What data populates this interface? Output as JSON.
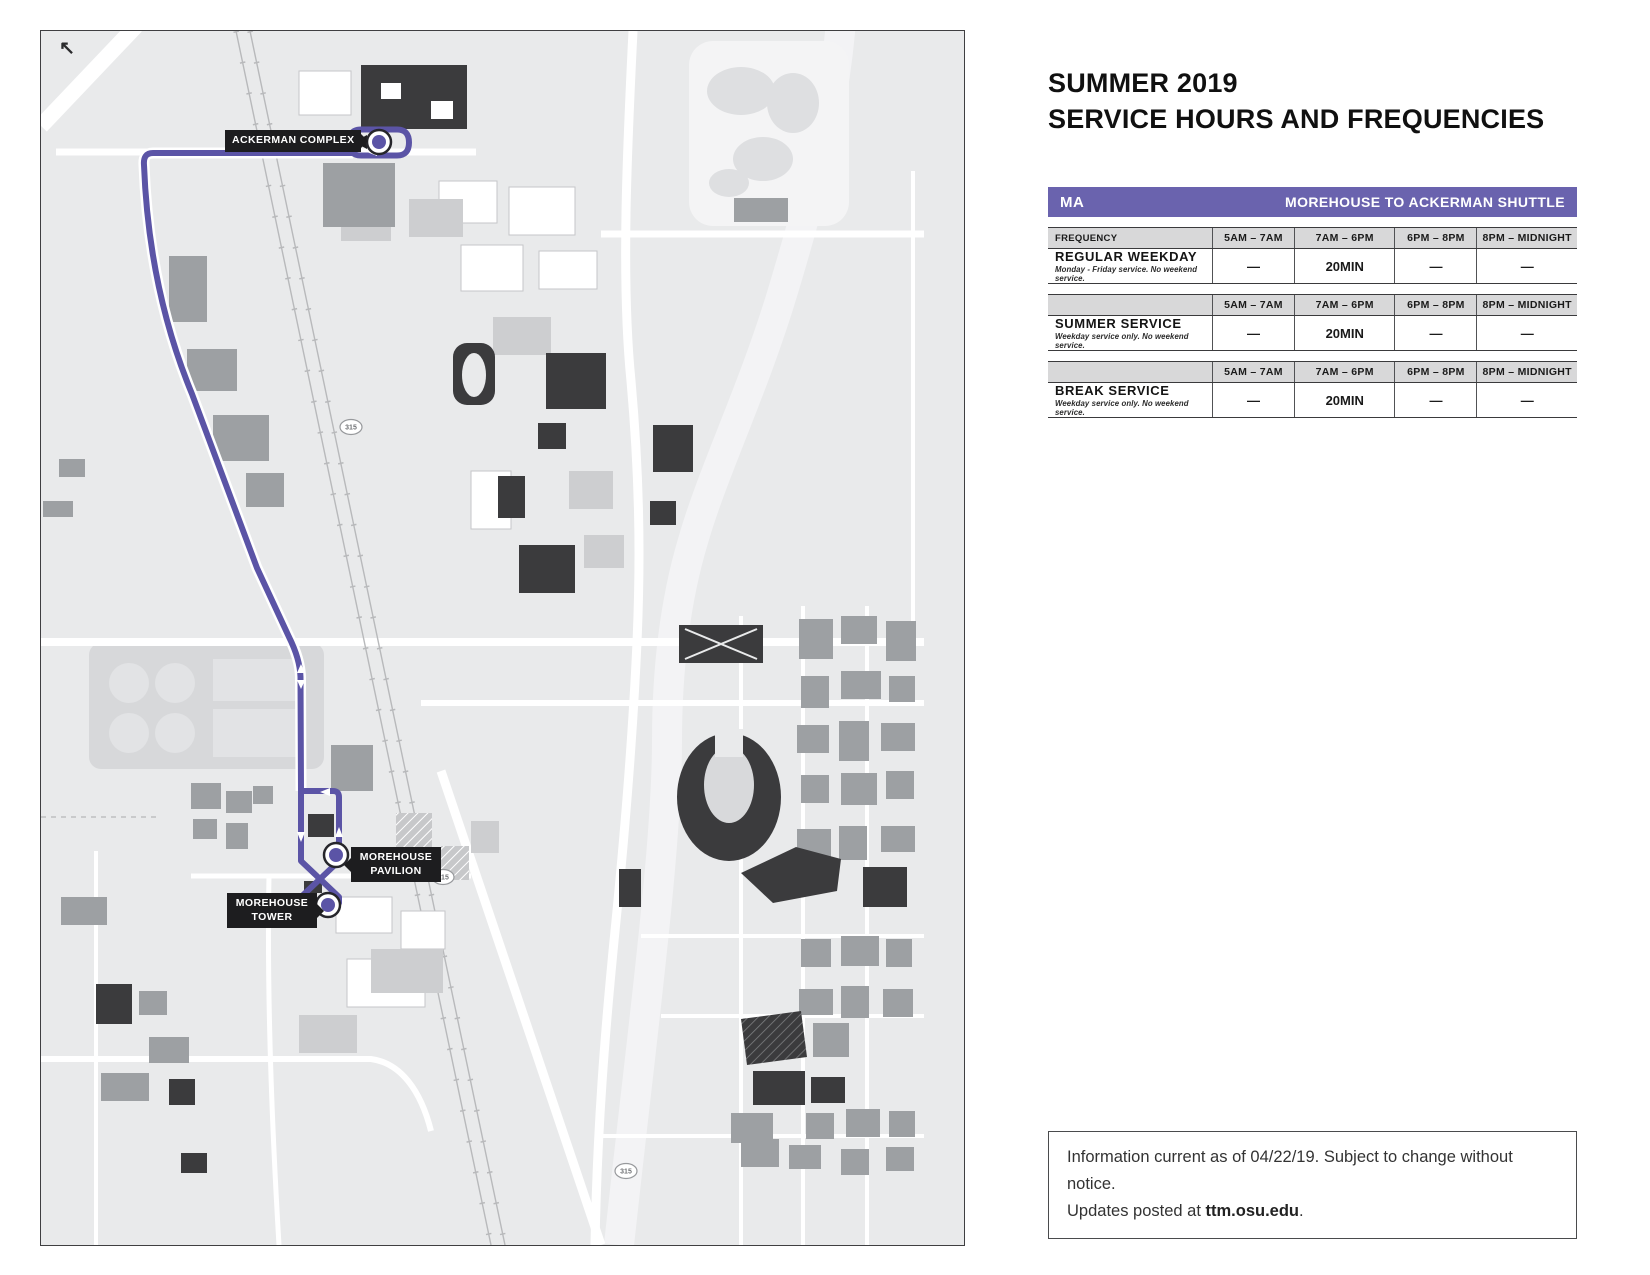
{
  "header": {
    "title_line1": "SUMMER 2019",
    "title_line2": "SERVICE HOURS AND FREQUENCIES"
  },
  "schedule_table": {
    "route_code": "MA",
    "route_name": "MOREHOUSE TO ACKERMAN SHUTTLE",
    "header_color": "#6a63ae",
    "time_columns": [
      "5AM – 7AM",
      "7AM – 6PM",
      "6PM – 8PM",
      "8PM – MIDNIGHT"
    ],
    "sections": [
      {
        "header_label": "FREQUENCY",
        "name": "REGULAR WEEKDAY",
        "note": "Monday - Friday service. No weekend service.",
        "values": [
          "—",
          "20MIN",
          "—",
          "—"
        ]
      },
      {
        "header_label": "",
        "name": "SUMMER SERVICE",
        "note": "Weekday service only. No weekend service.",
        "values": [
          "—",
          "20MIN",
          "—",
          "—"
        ]
      },
      {
        "header_label": "",
        "name": "BREAK SERVICE",
        "note": "Weekday service only. No weekend service.",
        "values": [
          "—",
          "20MIN",
          "—",
          "—"
        ]
      }
    ]
  },
  "map": {
    "route_color": "#5b54a6",
    "north_arrow": "↖",
    "highway_shield": "315",
    "stop_labels": {
      "ackerman": "ACKERMAN COMPLEX",
      "pavilion": "MOREHOUSE PAVILION",
      "tower": "MOREHOUSE TOWER"
    }
  },
  "footer": {
    "line1": "Information current as of 04/22/19. Subject to change without notice.",
    "line2_prefix": "Updates posted at ",
    "line2_link": "ttm.osu.edu",
    "line2_suffix": "."
  }
}
